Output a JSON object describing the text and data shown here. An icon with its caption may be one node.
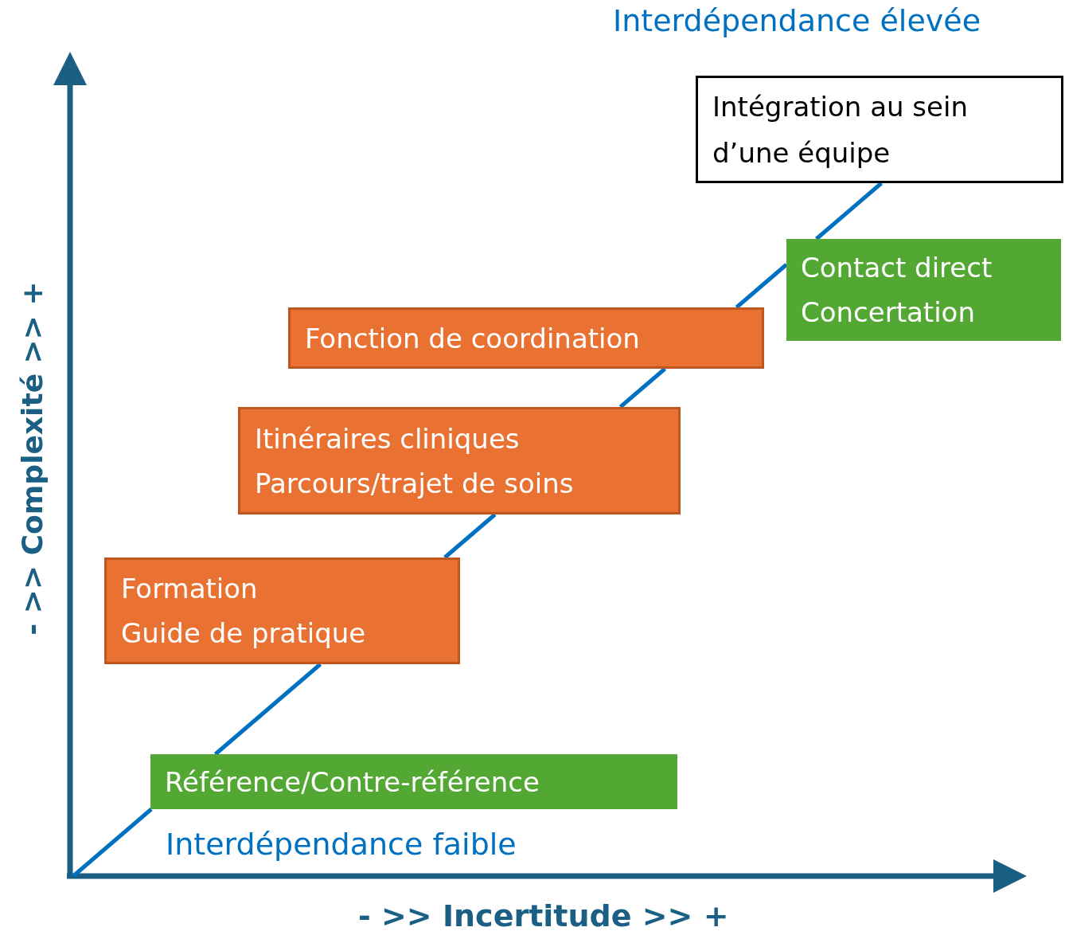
{
  "diagram": {
    "nodes": [
      {
        "text": [
          "Intégration au sein d’une équipe"
        ]
      },
      {
        "text": [
          "Contact direct",
          "Concertation"
        ]
      },
      {
        "text": [
          "Fonction de coordination"
        ]
      },
      {
        "text": [
          "Itinéraires cliniques",
          "Parcours/trajet de soins"
        ]
      },
      {
        "text": [
          "Formation",
          "Guide de pratique"
        ]
      },
      {
        "text": [
          "Référence/Contre-référence"
        ]
      }
    ],
    "edges": [
      {
        "from": null,
        "to": 5,
        "arrow": "none"
      },
      {
        "from": 5,
        "to": 4,
        "arrow": "none"
      },
      {
        "from": 4,
        "to": 3,
        "arrow": "none"
      },
      {
        "from": 3,
        "to": 2,
        "arrow": "none"
      },
      {
        "from": 2,
        "to": 1,
        "arrow": "none"
      },
      {
        "from": 1,
        "to": 0,
        "arrow": "none"
      }
    ],
    "labels": [
      "Interdépendance élevée",
      "- >> Complexité >> +",
      "Interdépendance faible",
      "- >> Incertitude >> +"
    ]
  }
}
